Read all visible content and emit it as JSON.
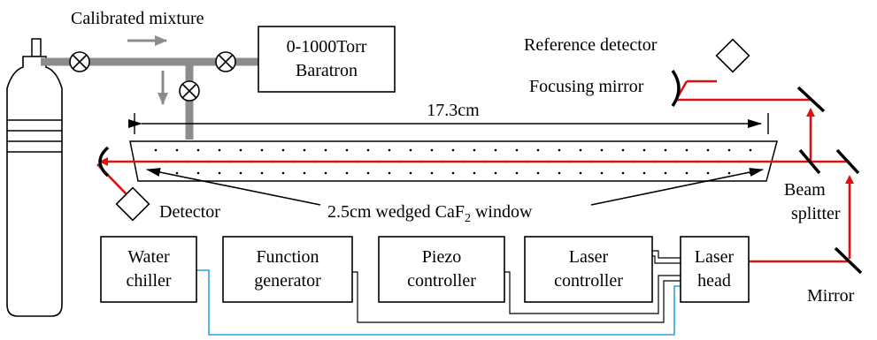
{
  "labels": {
    "calibrated_mixture": "Calibrated mixture",
    "baratron_line1": "0-1000Torr",
    "baratron_line2": "Baratron",
    "reference_detector": "Reference detector",
    "focusing_mirror": "Focusing mirror",
    "cell_length": "17.3cm",
    "detector": "Detector",
    "window_prefix": "2.5cm wedged CaF",
    "window_subscript": "2",
    "window_suffix": " window",
    "beam_splitter_line1": "Beam",
    "beam_splitter_line2": "splitter",
    "mirror": "Mirror"
  },
  "boxes": {
    "water_chiller": [
      "Water",
      "chiller"
    ],
    "function_generator": [
      "Function",
      "generator"
    ],
    "piezo_controller": [
      "Piezo",
      "controller"
    ],
    "laser_controller": [
      "Laser",
      "controller"
    ],
    "laser_head": [
      "Laser",
      "head"
    ]
  },
  "colors": {
    "laser_beam": "#e01010",
    "gas_line": "#8c8c8c",
    "cooling_water": "#29a3e0"
  }
}
